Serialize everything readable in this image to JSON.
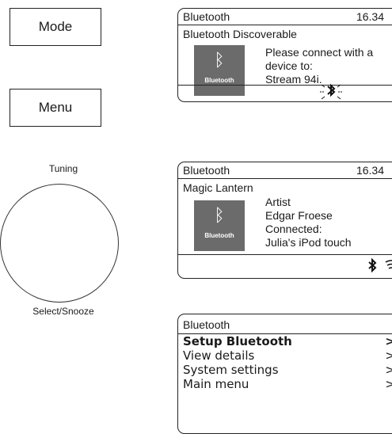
{
  "controls": {
    "mode_label": "Mode",
    "menu_label": "Menu",
    "tuning_label": "Tuning",
    "select_label": "Select/Snooze"
  },
  "screen1": {
    "title": "Bluetooth",
    "time": "16.34",
    "subtitle": "Bluetooth Discoverable",
    "logo_text": "Bluetooth",
    "lines": [
      "Please connect with a",
      "device to:",
      "Stream 94i."
    ]
  },
  "screen2": {
    "title": "Bluetooth",
    "time": "16.34",
    "subtitle": "Magic Lantern",
    "logo_text": "Bluetooth",
    "lines": [
      "Artist",
      "Edgar Froese",
      "Connected:",
      "Julia's iPod touch"
    ]
  },
  "screen3": {
    "title": "Bluetooth",
    "items": [
      {
        "label": "Setup Bluetooth",
        "arrow": ">"
      },
      {
        "label": "View details",
        "arrow": ">"
      },
      {
        "label": "System settings",
        "arrow": ">"
      },
      {
        "label": "Main menu",
        "arrow": ">"
      }
    ]
  },
  "icons": {
    "bluetooth": "bluetooth-icon",
    "bluetooth_blinking": "bluetooth-blinking-icon",
    "wifi": "wifi-signal-icon"
  }
}
